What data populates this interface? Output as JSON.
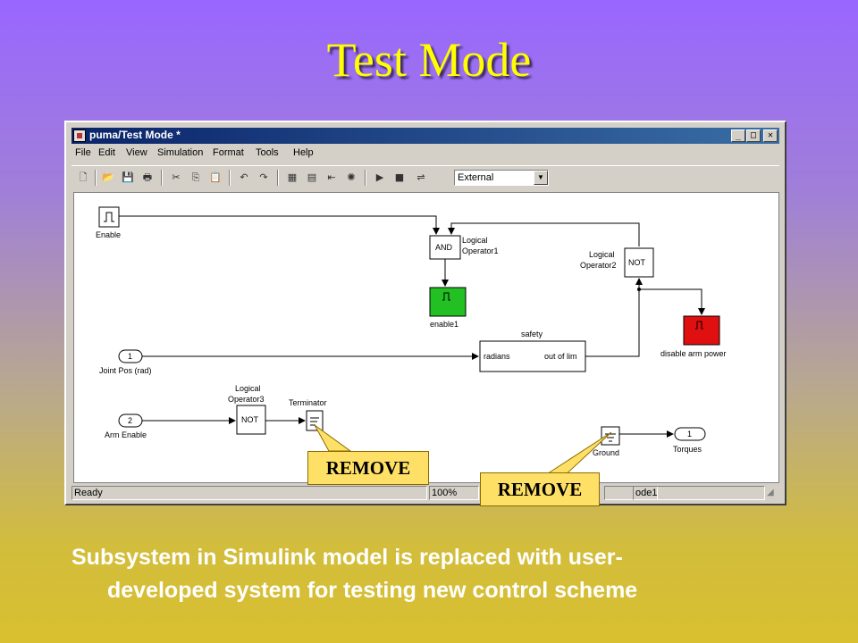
{
  "slide": {
    "title": "Test Mode",
    "caption_line1": "Subsystem in Simulink model is replaced with user-",
    "caption_line2": "developed system for testing new control scheme"
  },
  "window": {
    "title": "puma/Test Mode *",
    "controls": {
      "minimize": "_",
      "maximize": "□",
      "close": "✕"
    },
    "menu": [
      "File",
      "Edit",
      "View",
      "Simulation",
      "Format",
      "Tools",
      "Help"
    ],
    "simulation_mode": "External",
    "status": {
      "state": "Ready",
      "zoom": "100%",
      "solver": "ode1"
    }
  },
  "diagram": {
    "blocks": {
      "enable_block": {
        "label": "Enable"
      },
      "and_block": {
        "text": "AND",
        "label1": "Logical",
        "label2": "Operator1"
      },
      "not_block2": {
        "text": "NOT",
        "label1": "Logical",
        "label2": "Operator2"
      },
      "enable1_block": {
        "label": "enable1",
        "color": "#22c022"
      },
      "disable_block": {
        "label": "disable arm power",
        "color": "#e01010"
      },
      "joint_pos": {
        "number": "1",
        "label": "Joint Pos (rad)"
      },
      "safety": {
        "title": "safety",
        "in_port": "radians",
        "out_port": "out of lim"
      },
      "not_block3": {
        "text": "NOT",
        "label1": "Logical",
        "label2": "Operator3"
      },
      "arm_enable": {
        "number": "2",
        "label": "Arm Enable"
      },
      "terminator": {
        "label": "Terminator"
      },
      "ground": {
        "label": "Ground"
      },
      "torques": {
        "number": "1",
        "label": "Torques"
      }
    }
  },
  "callouts": [
    "REMOVE",
    "REMOVE"
  ]
}
